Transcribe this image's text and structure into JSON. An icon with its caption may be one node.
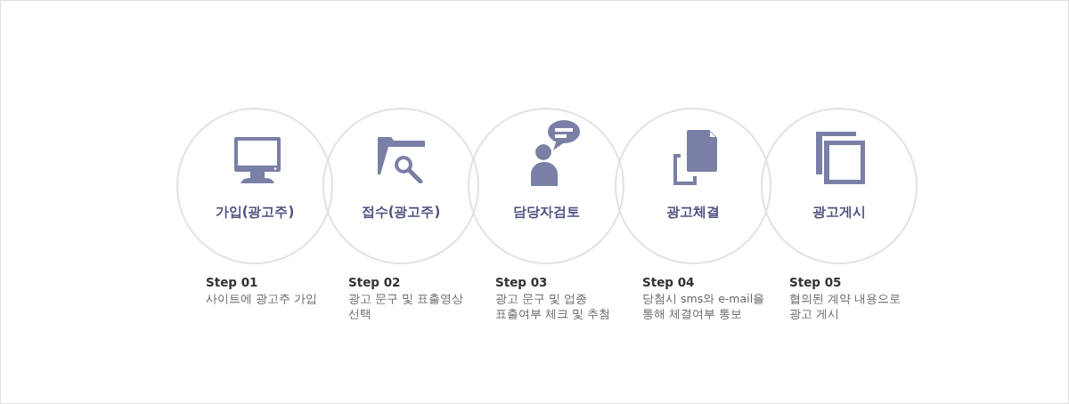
{
  "diagram": {
    "nodes": [
      {
        "text": [
          "가입(광고주)"
        ],
        "beside": [
          "Step 01",
          "사이트에 광고주 가입"
        ]
      },
      {
        "text": [
          "접수(광고주)"
        ],
        "beside": [
          "Step 02",
          "광고 문구 및 표출영상 선택"
        ]
      },
      {
        "text": [
          "담당자검토"
        ],
        "beside": [
          "Step 03",
          "광고 문구 및 업종 표출여부 체크 및 추첨"
        ]
      },
      {
        "text": [
          "광고체결"
        ],
        "beside": [
          "Step 04",
          "당첨시 sms와 e-mail을 통해 체결여부 통보"
        ]
      },
      {
        "text": [
          "광고게시"
        ],
        "beside": [
          "Step 05",
          "협의된 계약 내용으로 광고 게시"
        ]
      }
    ]
  }
}
